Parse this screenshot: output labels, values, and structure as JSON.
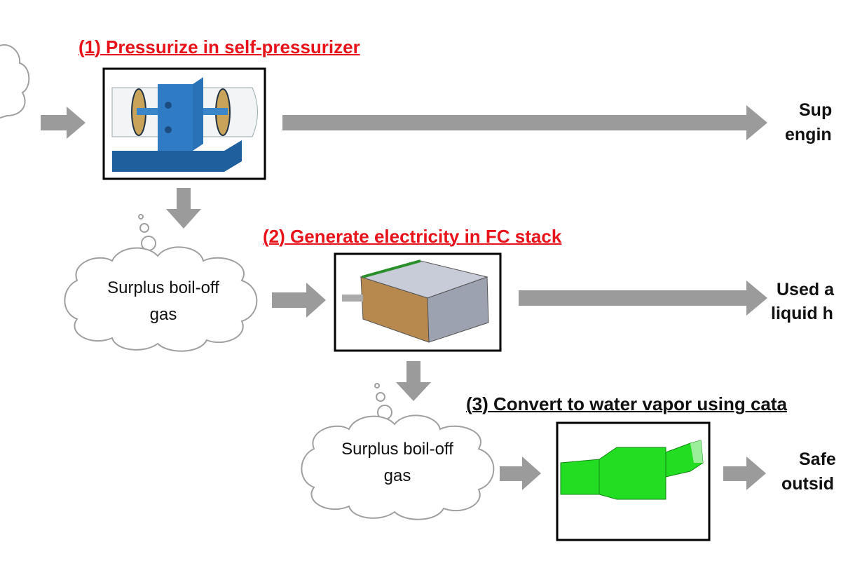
{
  "steps": [
    {
      "title": "(1) Pressurize in self-pressurizer",
      "title_color": "#e8121a",
      "component": "self-pressurizer"
    },
    {
      "title": "(2) Generate electricity in FC stack",
      "title_color": "#e8121a",
      "component": "fc-stack",
      "input": [
        "Surplus boil-off",
        "gas"
      ]
    },
    {
      "title": "(3) Convert to water vapor using cata",
      "title_color": "#111111",
      "component": "catalyst",
      "input": [
        "Surplus boil-off",
        "gas"
      ]
    }
  ],
  "outputs": [
    [
      "Sup",
      "engin"
    ],
    [
      "Used a",
      "liquid h"
    ],
    [
      "Safe",
      "outsid"
    ]
  ],
  "colors": {
    "arrow": "#9b9b9b",
    "cloud_stroke": "#a0a0a0",
    "pressurizer": "#2a6fb0",
    "catalyst": "#22dd22"
  }
}
